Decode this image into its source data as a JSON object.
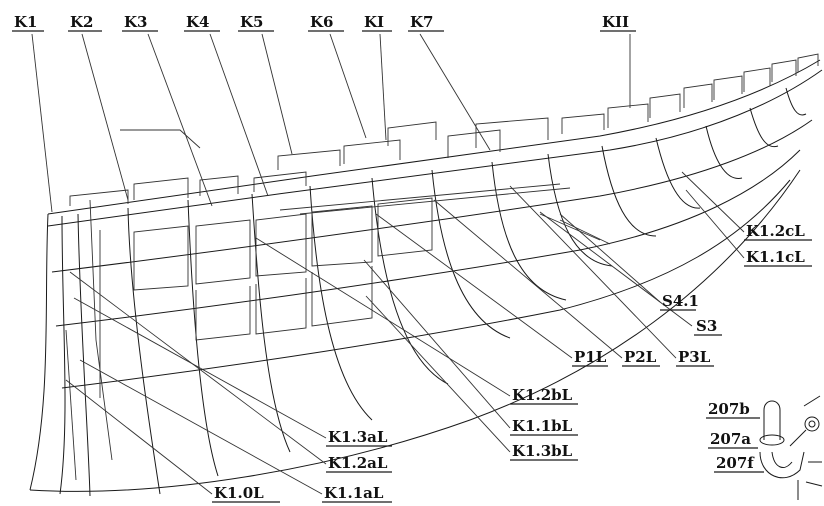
{
  "top_labels": [
    "K1",
    "K2",
    "K3",
    "K4",
    "K5",
    "K6",
    "KI",
    "K7",
    "KII"
  ],
  "right_labels": [
    "K1.2cL",
    "K1.1cL",
    "S4.1",
    "S3",
    "P1L",
    "P2L",
    "P3L"
  ],
  "center_labels": [
    "K1.2bL",
    "K1.1bL",
    "K1.3bL"
  ],
  "bottom_labels": [
    "K1.3aL",
    "K1.2aL",
    "K1.0L",
    "K1.1aL"
  ],
  "part_labels": [
    "207b",
    "207a",
    "207f"
  ]
}
